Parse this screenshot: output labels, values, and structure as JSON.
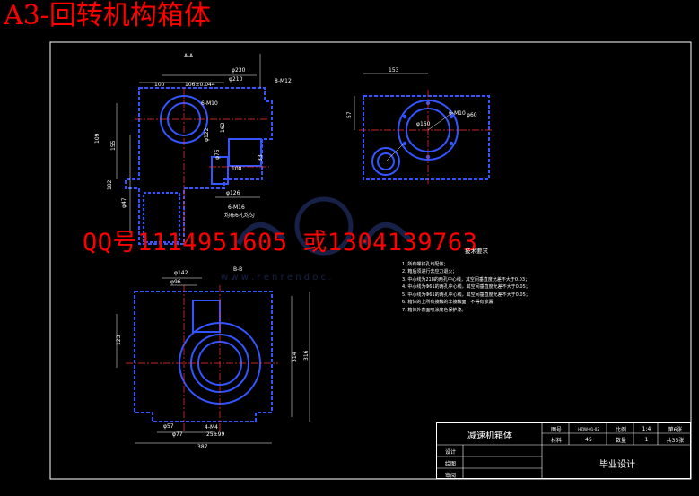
{
  "header": {
    "title": "A3-回转机构箱体"
  },
  "contact": {
    "text": "QQ号1114951605  或1304139763"
  },
  "watermark": {
    "url_text": "w w w . r e n r e n d o c ."
  },
  "views": {
    "section_aa": "A-A",
    "section_bb": "B-B"
  },
  "dimensions": {
    "d100": "100",
    "d106": "106±0.044",
    "d230": "φ230",
    "d210": "φ210",
    "m12": "8-M12",
    "m10": "6-M10",
    "d162": "162",
    "d160": "φ160",
    "d122": "φ122",
    "d75": "φ75",
    "d108": "108",
    "d33": "33",
    "d126": "φ126",
    "m16": "6-M16",
    "hole": "均布6孔均匀",
    "d182": "182",
    "d47": "φ47",
    "d155": "155",
    "d109": "109",
    "d153": "153",
    "d57": "57",
    "d60": "φ60",
    "d142": "φ142",
    "d96": "φ96",
    "d123": "123",
    "d316": "316",
    "d314": "314",
    "d57b": "φ57",
    "d77": "φ77",
    "m4": "4-M4",
    "d25": "25±99",
    "d387": "387"
  },
  "tech_notes": {
    "title": "技术要求",
    "items": [
      "1. 所有螺钉孔均配做；",
      "2. 箱后须进行去应力退火；",
      "3. 中心线为218的两孔中心线，其空间垂直度允差不大于0.03；",
      "4. 中心线为Φ61的两孔中心线，其空间垂直度允差不大于0.05；",
      "5. 中心线为Φ61的两孔中心线，其空间垂直度允差不大于0.05；",
      "6. 箱体的上所有接触的非接触面，不得有渗漏；",
      "7. 箱体外表面喷涂底色保护漆。"
    ]
  },
  "title_block": {
    "name": "减速机箱体",
    "drawing_no_label": "图号",
    "drawing_no": "HZJW-01-02",
    "scale_label": "比例",
    "scale": "1:4",
    "sheet": "第6张",
    "material_label": "材料",
    "material": "45",
    "qty_label": "数量",
    "qty": "1",
    "total": "共35张",
    "design_label": "设计",
    "drawn_label": "绘图",
    "check_label": "审阅",
    "project": "毕业设计"
  },
  "colors": {
    "background": "#000000",
    "outline": "#3355ff",
    "annotation": "#ffffff",
    "center_line": "#ff3333",
    "header_red": "#ff0000",
    "watermark": "#5577ff"
  }
}
